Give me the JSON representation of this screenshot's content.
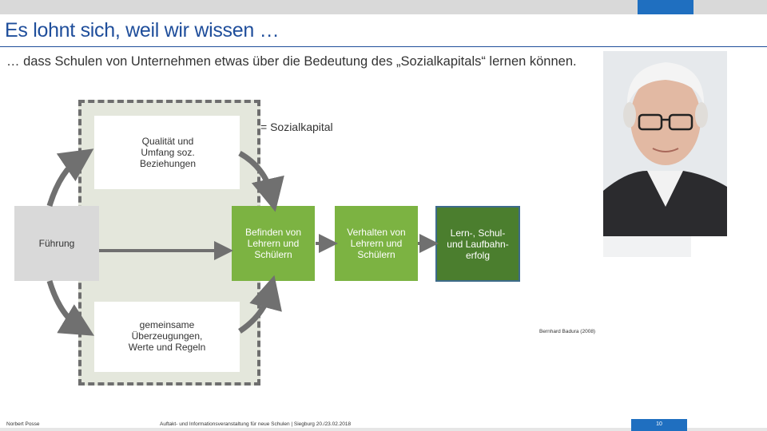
{
  "slide": {
    "title": "Es lohnt sich, weil wir wissen …",
    "subtitle": "… dass Schulen von Unternehmen etwas über die Bedeutung des „Sozialkapitals“ lernen können."
  },
  "diagram": {
    "sozialkapital_label": "= Sozialkapital",
    "beziehungen_label": "Qualität und Umfang soz. Beziehungen",
    "ueberzeugungen_label": "gemeinsame Überzeugungen, Werte und Regeln",
    "fuehrung_label": "Führung",
    "befinden_label": "Befinden von Lehrern und Schülern",
    "verhalten_label": "Verhalten von Lehrern und Schülern",
    "erfolg_label": "Lern-, Schul- und Laufbahn-erfolg",
    "colors": {
      "green_light": "#7cb342",
      "green_dark": "#4b7e2e",
      "frame_fill": "#e4e7dc",
      "frame_border": "#6e6e6e",
      "arrow": "#707070"
    }
  },
  "citation": "Bernhard Badura (2008)",
  "footer": {
    "author": "Norbert Posse",
    "event": "Auftakt- und Informationsveranstaltung für neue Schulen | Siegburg 20./23.02.2018",
    "page": "10"
  },
  "photo": {
    "description_icon": "portrait-photo"
  }
}
